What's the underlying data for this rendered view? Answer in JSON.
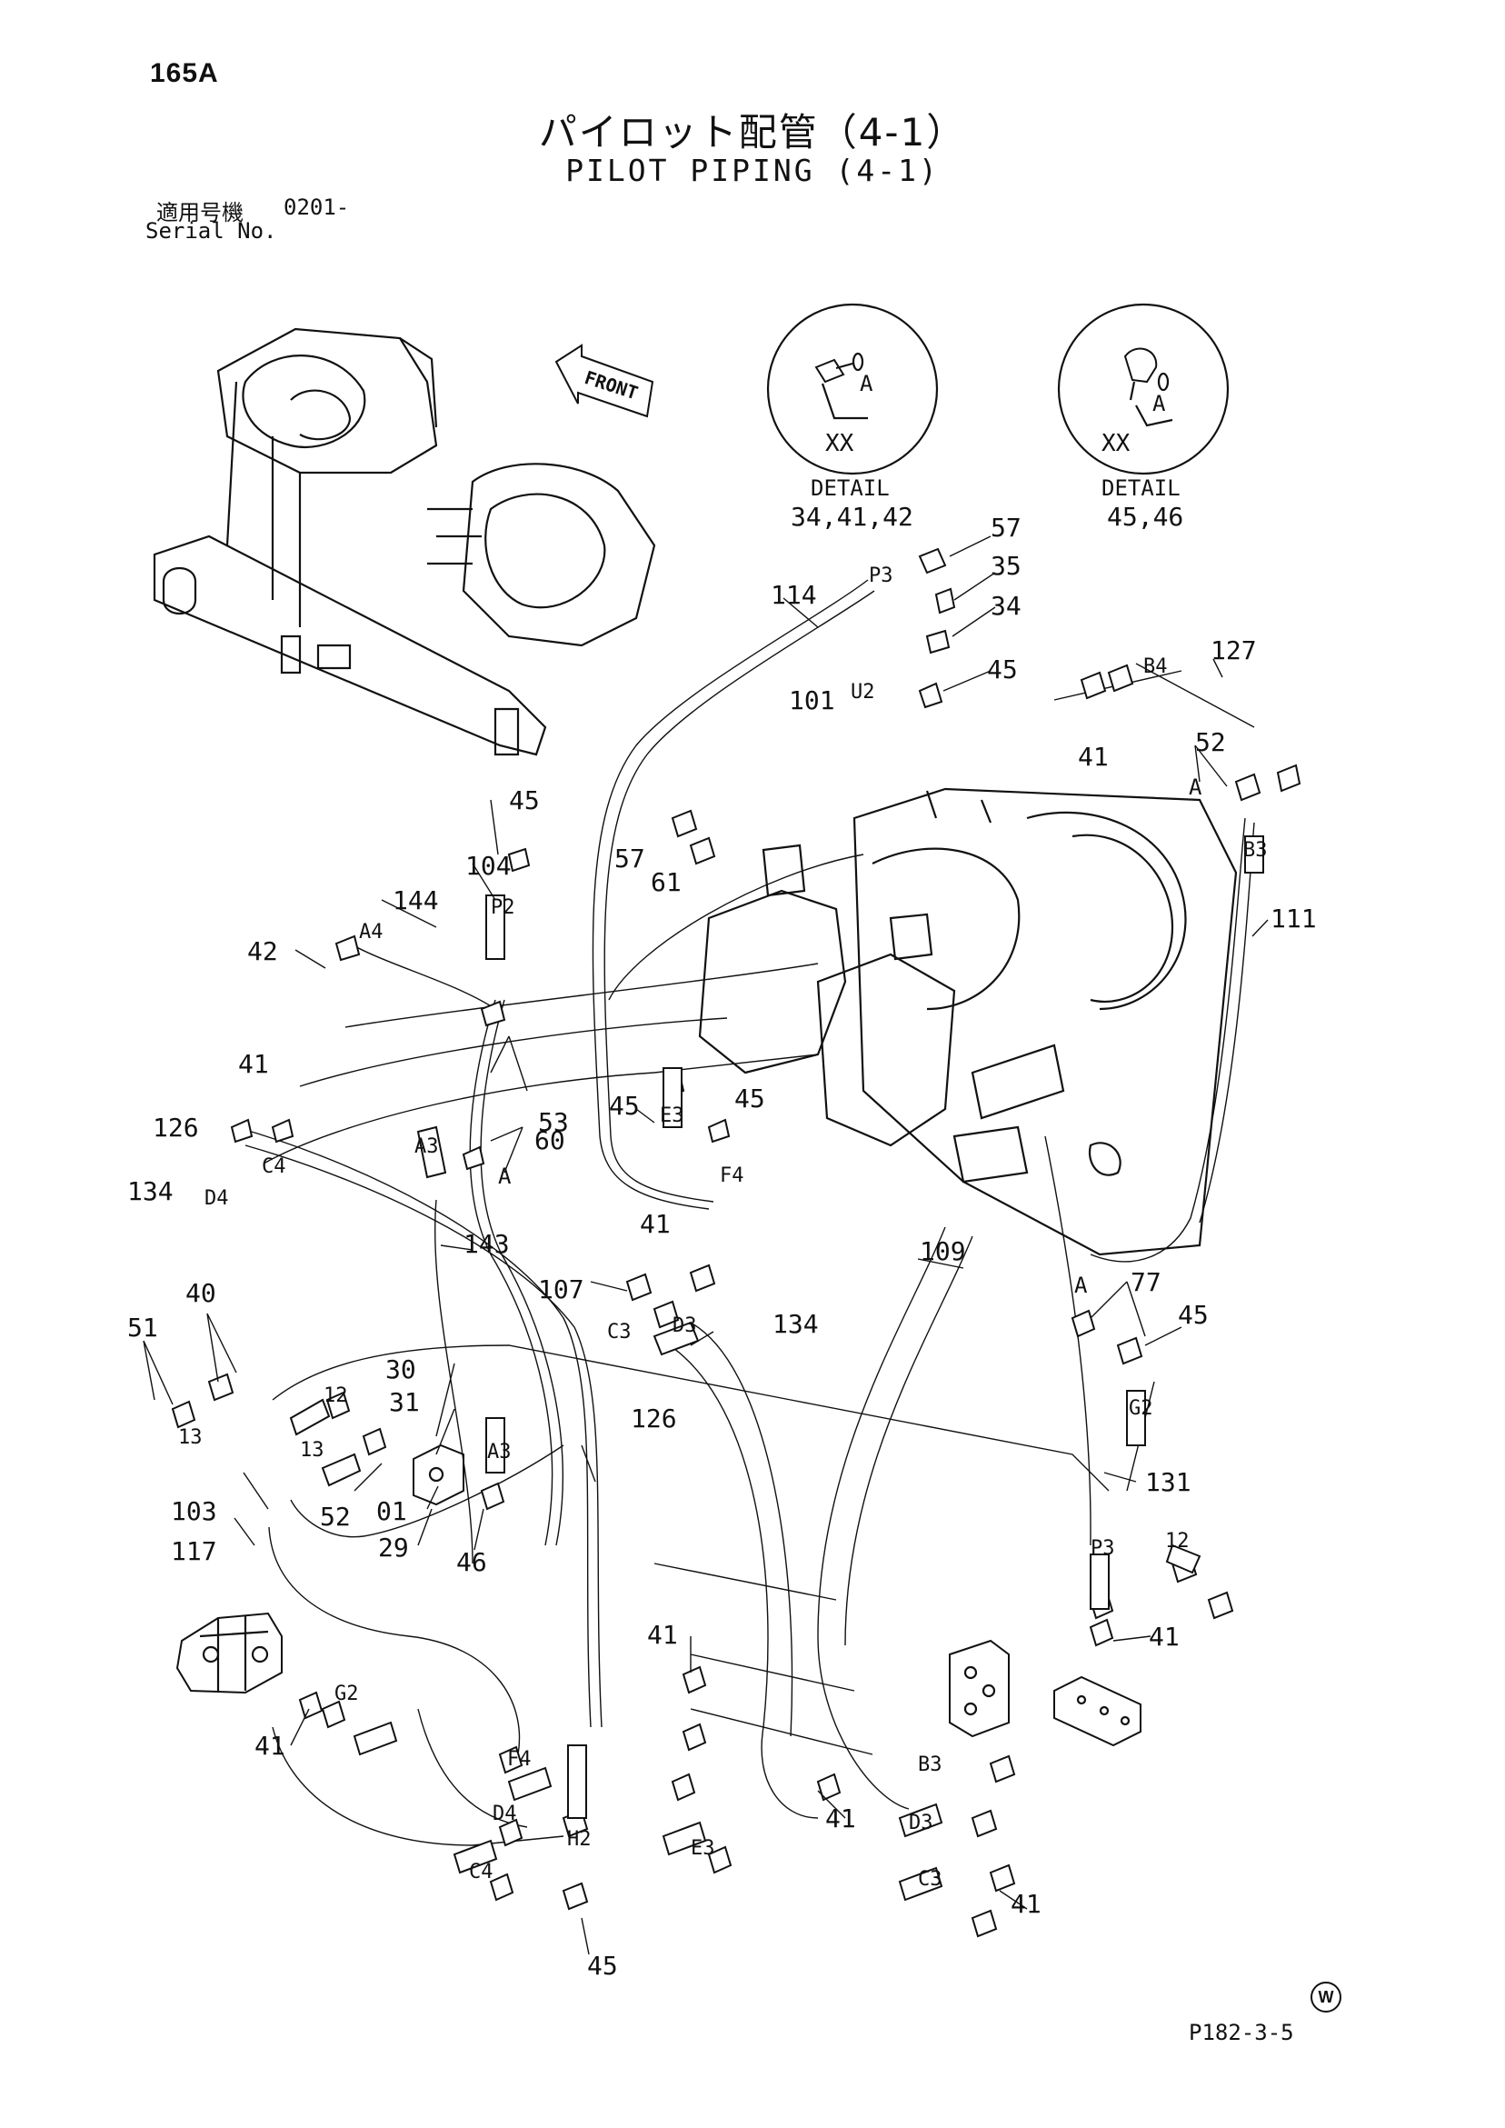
{
  "header": {
    "page_number": "165A",
    "title_jp": "パイロット配管（4-1）",
    "title_en": "PILOT PIPING (4-1)",
    "serial_label_jp": "適用号機",
    "serial_value": "0201-",
    "serial_label_en": "Serial No."
  },
  "footer": {
    "page_code": "P182-3-5",
    "w_mark": "W"
  },
  "front_label": "FRONT",
  "details": [
    {
      "heading": "DETAIL",
      "numbers": "34,41,42",
      "labels": [
        "XX",
        "A"
      ]
    },
    {
      "heading": "DETAIL",
      "numbers": "45,46",
      "labels": [
        "XX",
        "A"
      ]
    }
  ],
  "callouts": [
    "57",
    "35",
    "34",
    "45",
    "114",
    "101",
    "127",
    "U2",
    "P3",
    "B4",
    "52",
    "A",
    "41",
    "57",
    "61",
    "B3",
    "111",
    "45",
    "104",
    "144",
    "P2",
    "A4",
    "42",
    "41",
    "126",
    "C4",
    "134",
    "D4",
    "53",
    "A3",
    "60",
    "A",
    "143",
    "45",
    "E3",
    "45",
    "F4",
    "41",
    "109",
    "107",
    "C3",
    "D3",
    "134",
    "77",
    "A",
    "45",
    "40",
    "51",
    "30",
    "31",
    "12",
    "13",
    "13",
    "G2",
    "A3",
    "103",
    "117",
    "52",
    "01",
    "29",
    "46",
    "126",
    "131",
    "12",
    "P3",
    "41",
    "41",
    "G2",
    "41",
    "F4",
    "D4",
    "C4",
    "H2",
    "E3",
    "B3",
    "D3",
    "C3",
    "41",
    "41",
    "45"
  ]
}
